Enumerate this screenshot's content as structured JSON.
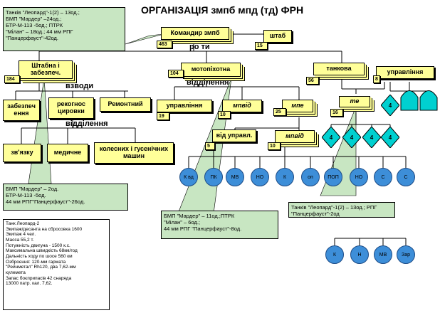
{
  "title": "ОРГАНІЗАЦІЯ змпб мпд (тд) ФРН",
  "boxes": {
    "commander": "Командир змпб",
    "staff": "штаб",
    "support_coy": "Штабна і забезпеч.",
    "moto_coy": "мотопіхотна",
    "tank_coy": "танкова",
    "tank_mgmt": "управління",
    "supply": "забезпеч ення",
    "recon": "рекогнос цировки",
    "repair": "Ремонтний",
    "moto_mgmt": "управління",
    "mpvid": "мпвід",
    "mpe": "мпе",
    "te": "те",
    "signal": "зв'язку",
    "medical": "медичне",
    "wheel_track": "колесних і гусенічних машин",
    "from_mgmt": "від управл.",
    "mpvid2": "мпвід"
  },
  "nums": {
    "commander": "463",
    "staff": "15",
    "support_coy": "184",
    "moto_coy": "104",
    "tank_coy": "56",
    "tank_mgmt": "8",
    "moto_mgmt": "19",
    "mpvid": "10",
    "mpe": "25",
    "te": "16",
    "from_mgmt": "5",
    "mpvid2": "10"
  },
  "labels": {
    "companies": "ро  ти",
    "platoons": "взводи",
    "sections1": "відділення",
    "sections2": "відділення"
  },
  "notes": {
    "top": "Танків \"Леопард\"-1(2) – 13од.;\nБМП \"Мардер\" –24од.;\nБТР-М-113 -5од.; ПТРК\n\"Мілан\" – 18од.; 44 мм РПГ\n\"Панцерфауст\"-42од.",
    "left": "БМП \"Мардер\" – 2од.\nБТР-М-113 -5од.\n44 мм РПГ\"Панцерфауст\"-26од.",
    "mid": "БМП \"Мардер\" – 11од.;ПТРК\n\"Мілан\" – 6од.;\n44 мм РПГ \"Панцерфауст\"-8од.",
    "right": "Танків \"Леопард\"-1(2) – 13од.; РПГ\n\"Панцерфауст\"-2од"
  },
  "info": "Танк Леопард-2\nЭкипаж/десанта на сбросовка 1600\nЭкипаж 4 чел.\nМасса 55,2 т.\nПотужність двигуна - 1500 к.с.\nМаксимальна швидкість 68км/год\nДальність ходу по шосе 560 км\nОзброєння: 120-мм гармата\n\"Рейнметал\" Rh120, два 7,62-мм\nкулемета\nЗапас боєприпасів 42 снаряда\n13000 патр. кал. 7,62.",
  "circles_moto": [
    "К вд",
    "ПК",
    "МВ",
    "НО",
    "К",
    "оп",
    "ПОП",
    "НО",
    "С",
    "С"
  ],
  "circles_tank": [
    "К",
    "Н",
    "МВ",
    "Зар"
  ],
  "diamonds": [
    "4",
    "4",
    "4",
    "4",
    "4"
  ],
  "colors": {
    "box_fill": "#ffff99",
    "note_fill": "#c8e6c2",
    "circle_fill": "#3d8ed8",
    "diamond_fill": "#00d0d0",
    "arch_fill": "#00d0d0"
  }
}
